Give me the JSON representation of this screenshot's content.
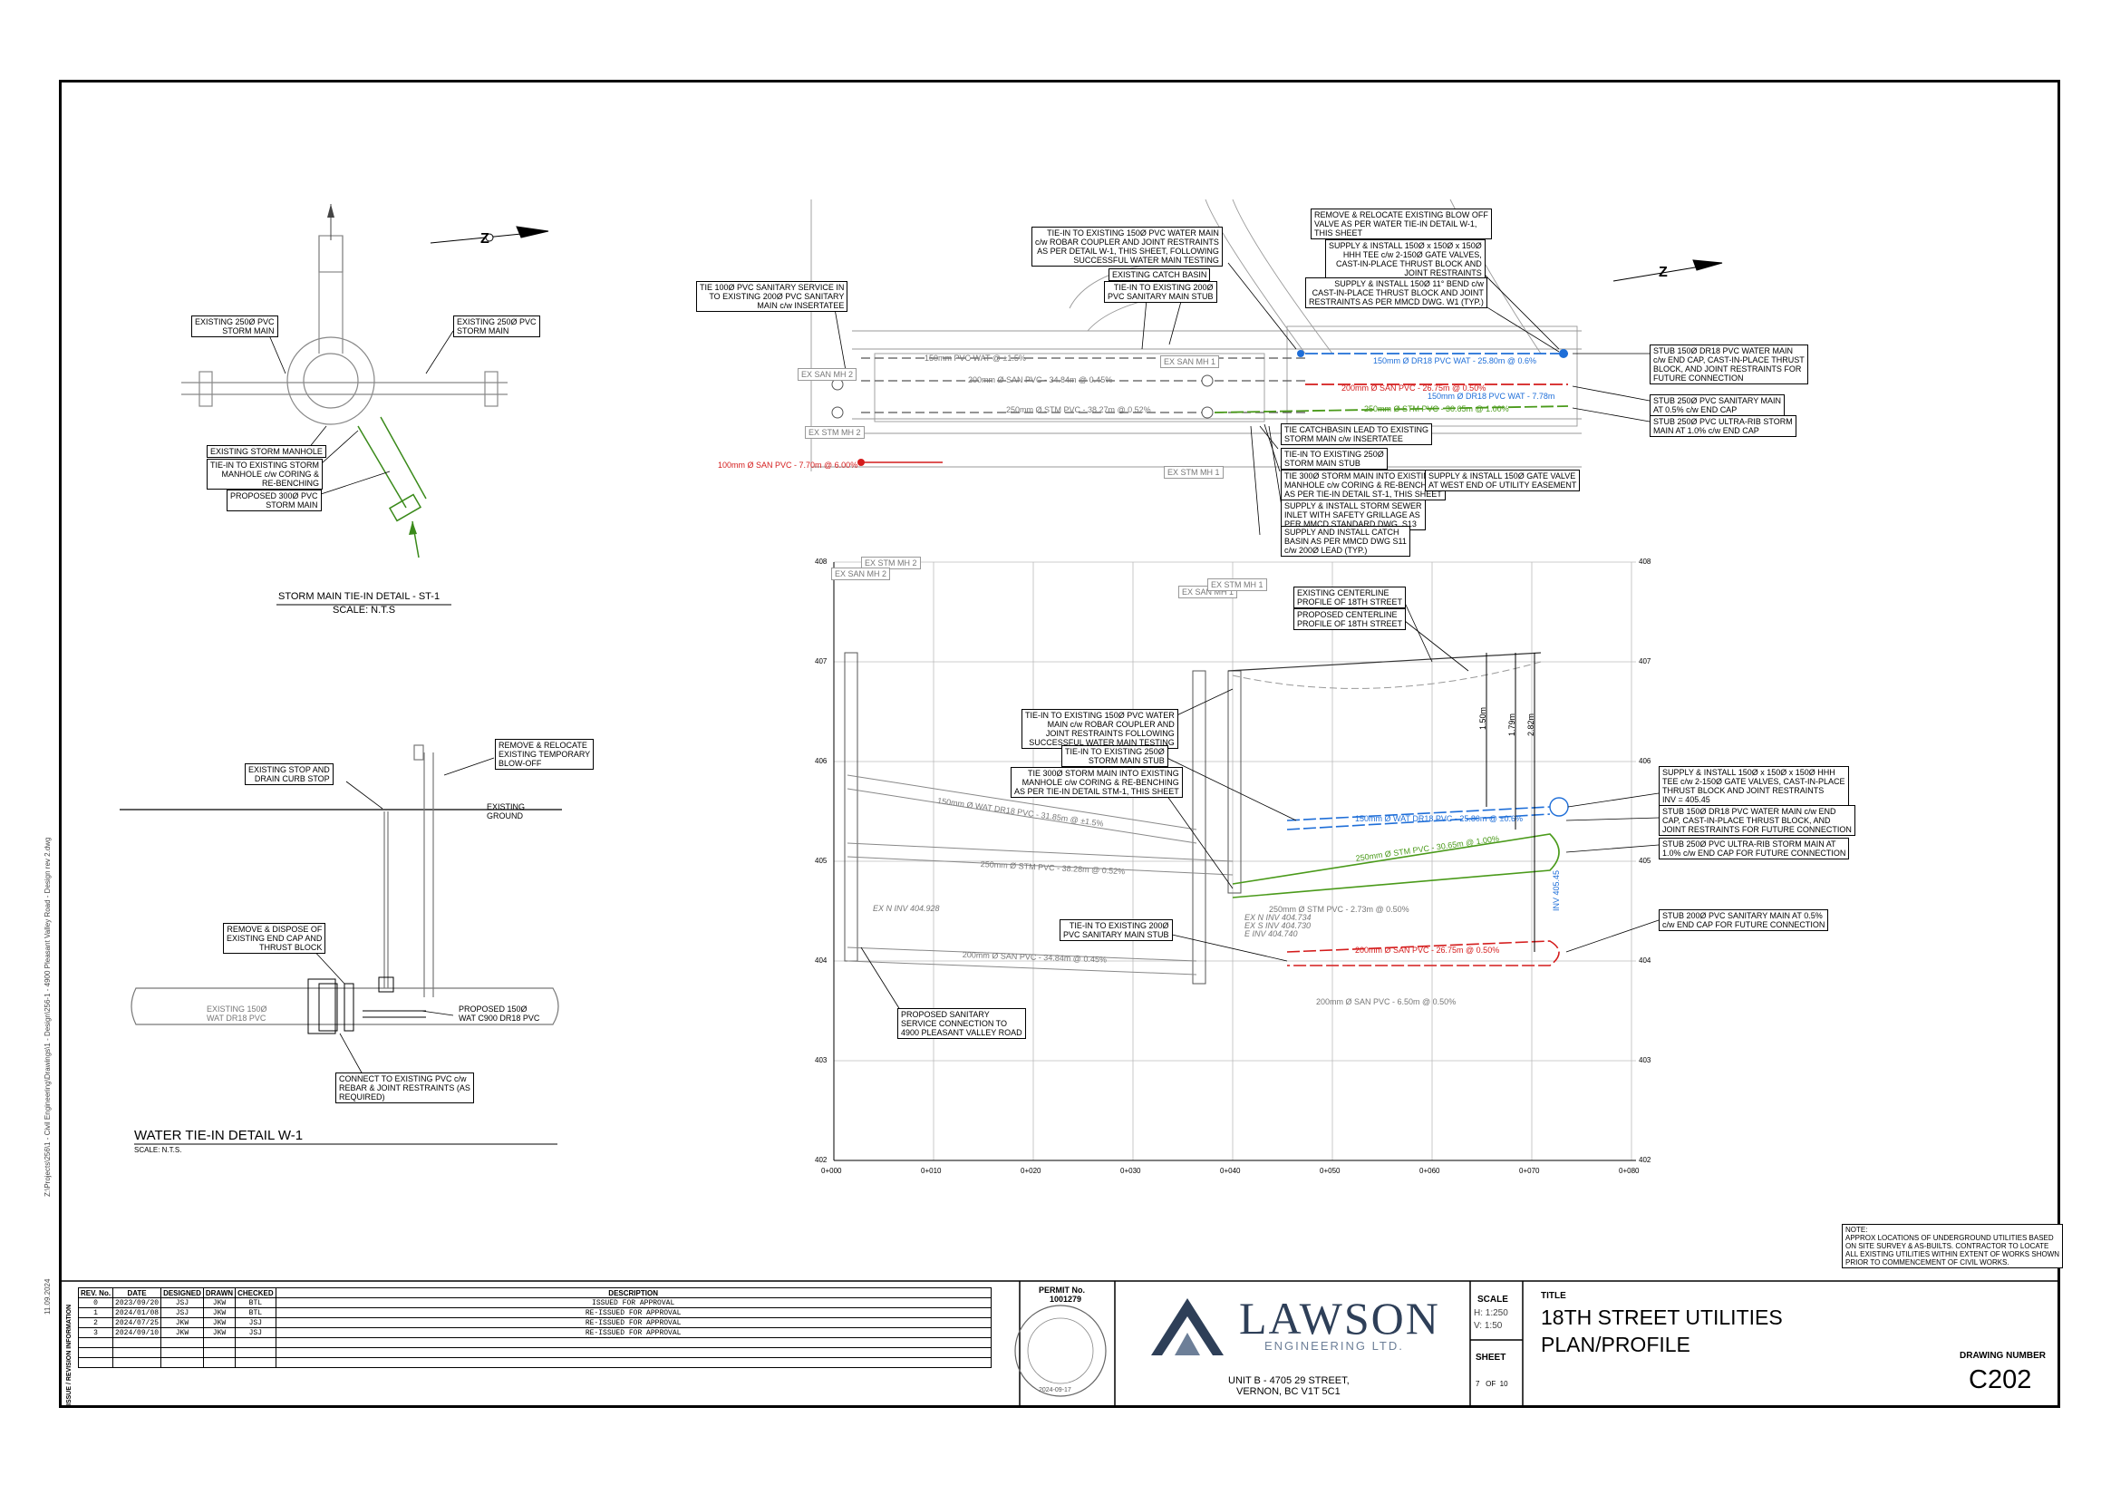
{
  "side_path": "Z:\\Projects\\256\\1 - Civil Engineering\\Drawings\\1 - Design\\256-1 - 4900 Pleasant Valley Road - Design rev 2.dwg",
  "side_date": "11.09.2024",
  "detail_st1": {
    "title": "STORM MAIN TIE-IN DETAIL - ST-1",
    "scale": "SCALE: N.T.S",
    "labels": {
      "exist_storm_l": "EXISTING 250Ø PVC\nSTORM MAIN",
      "exist_storm_r": "EXISTING 250Ø PVC\nSTORM MAIN",
      "exist_mh": "EXISTING STORM MANHOLE",
      "tie_in": "TIE-IN TO EXISTING STORM\nMANHOLE c/w CORING &\nRE-BENCHING",
      "proposed": "PROPOSED 300Ø PVC\nSTORM MAIN"
    }
  },
  "detail_w1": {
    "title": "WATER TIE-IN DETAIL W-1",
    "scale": "SCALE: N.T.S.",
    "labels": {
      "remove_blow": "REMOVE & RELOCATE\nEXISTING TEMPORARY\nBLOW-OFF",
      "stop": "EXISTING STOP AND\nDRAIN CURB STOP",
      "ground": "EXISTING\nGROUND",
      "remove_cap": "REMOVE & DISPOSE OF\nEXISTING END CAP AND\nTHRUST BLOCK",
      "exist_wat": "EXISTING 150Ø\nWAT DR18 PVC",
      "prop_wat": "PROPOSED 150Ø\nWAT C900 DR18 PVC",
      "connect": "CONNECT TO EXISTING PVC c/w\nREBAR & JOINT RESTRAINTS (AS\nREQUIRED)"
    }
  },
  "plan": {
    "labels": {
      "san_service": "TIE 100Ø PVC SANITARY SERVICE IN\nTO EXISTING 200Ø PVC SANITARY\nMAIN c/w INSERTATEE",
      "water_tie": "TIE-IN TO EXISTING 150Ø PVC WATER MAIN\nc/w ROBAR COUPLER AND JOINT RESTRAINTS\nAS PER DETAIL W-1, THIS SHEET, FOLLOWING\nSUCCESSFUL WATER MAIN TESTING",
      "catch_basin": "EXISTING CATCH BASIN",
      "san_stub_tie": "TIE-IN TO EXISTING 200Ø\nPVC SANITARY MAIN STUB",
      "blow_off": "REMOVE & RELOCATE EXISTING BLOW OFF\nVALVE AS PER WATER TIE-IN DETAIL W-1,\nTHIS SHEET",
      "hhh_tee": "SUPPLY & INSTALL 150Ø x 150Ø x 150Ø\nHHH TEE c/w 2-150Ø GATE VALVES,\nCAST-IN-PLACE THRUST BLOCK AND\nJOINT RESTRAINTS",
      "bend": "SUPPLY & INSTALL 150Ø 11° BEND c/w\nCAST-IN-PLACE THRUST BLOCK AND JOINT\nRESTRAINTS AS PER MMCD DWG. W1 (TYP.)",
      "stub_wat": "STUB 150Ø DR18 PVC WATER MAIN\nc/w END CAP, CAST-IN-PLACE THRUST\nBLOCK, AND JOINT RESTRAINTS FOR\nFUTURE CONNECTION",
      "stub_san": "STUB 250Ø PVC SANITARY MAIN\nAT 0.5% c/w END CAP",
      "stub_stm": "STUB 250Ø PVC ULTRA-RIB STORM\nMAIN AT 1.0% c/w END CAP",
      "cb_lead": "TIE CATCHBASIN LEAD TO EXISTING\nSTORM MAIN c/w INSERTATEE",
      "stm_stub": "TIE-IN TO EXISTING 250Ø\nSTORM MAIN STUB",
      "stm_mh": "TIE 300Ø STORM MAIN INTO EXISTING\nMANHOLE c/w CORING & RE-BENCHING\nAS PER TIE-IN DETAIL ST-1, THIS SHEET",
      "gate_valve": "SUPPLY & INSTALL 150Ø GATE VALVE\nAT WEST END OF UTILITY EASEMENT",
      "sewer_inlet": "SUPPLY & INSTALL STORM SEWER\nINLET WITH SAFETY GRILLAGE AS\nPER MMCD STANDARD DWG. S13",
      "cb_install": "SUPPLY AND INSTALL CATCH\nBASIN AS PER MMCD DWG S11\nc/w 200Ø LEAD (TYP.)",
      "ex_san_mh2": "EX SAN MH 2",
      "ex_stm_mh2": "EX STM MH 2",
      "ex_san_mh1": "EX SAN MH 1",
      "ex_stm_mh1": "EX STM MH 1",
      "wat_150": "150mm PVC WAT @ ±1.5%",
      "san_200": "200mm Ø SAN PVC - 34.84m @ 0.45%",
      "stm_250": "250mm Ø STM PVC - 38.27m @ 0.52%",
      "wat_dr18": "150mm Ø DR18 PVC WAT - 25.80m @ 0.6%",
      "san_prop": "200mm Ø SAN PVC - 26.75m @ 0.50%",
      "wat_dr18b": "150mm Ø DR18 PVC WAT - 7.78m",
      "stm_prop": "250mm Ø STM PVC - 30.65m @ 1.00%",
      "san_100": "100mm Ø SAN PVC - 7.70m @ 6.00%"
    }
  },
  "profile": {
    "y_ticks": [
      "408",
      "407",
      "406",
      "405",
      "404",
      "403",
      "402"
    ],
    "x_ticks": [
      "0+000",
      "0+010",
      "0+020",
      "0+030",
      "0+040",
      "0+050",
      "0+060",
      "0+070",
      "0+080"
    ],
    "labels": {
      "ex_cl": "EXISTING CENTERLINE\nPROFILE OF 18TH STREET",
      "prop_cl": "PROPOSED CENTERLINE\nPROFILE OF 18TH STREET",
      "wat_tie": "TIE-IN TO EXISTING 150Ø PVC WATER\nMAIN c/w ROBAR COUPLER AND\nJOINT RESTRAINTS FOLLOWING\nSUCCESSFUL WATER MAIN TESTING",
      "stm_stub": "TIE-IN TO EXISTING 250Ø\nSTORM MAIN STUB",
      "stm_mh": "TIE 300Ø STORM MAIN INTO EXISTING\nMANHOLE c/w CORING & RE-BENCHING\nAS PER TIE-IN DETAIL STM-1, THIS SHEET",
      "san_stub": "TIE-IN TO EXISTING 200Ø\nPVC SANITARY MAIN STUB",
      "san_service": "PROPOSED SANITARY\nSERVICE CONNECTION TO\n4900 PLEASANT VALLEY ROAD",
      "hhh": "SUPPLY & INSTALL 150Ø x 150Ø x 150Ø HHH\nTEE c/w 2-150Ø GATE VALVES, CAST-IN-PLACE\nTHRUST BLOCK AND JOINT RESTRAINTS\nINV = 405.45",
      "stub_wat": "STUB 150Ø DR18 PVC WATER MAIN c/w END\nCAP, CAST-IN-PLACE THRUST BLOCK, AND\nJOINT RESTRAINTS FOR FUTURE CONNECTION",
      "stub_stm": "STUB 250Ø PVC ULTRA-RIB STORM MAIN AT\n1.0% c/w END CAP FOR FUTURE CONNECTION",
      "stub_san": "STUB 200Ø PVC SANITARY MAIN AT 0.5%\nc/w END CAP FOR FUTURE CONNECTION",
      "ex_san_mh2": "EX SAN MH 2",
      "ex_stm_mh2": "EX STM MH 2",
      "ex_san_mh1": "EX SAN MH 1",
      "ex_stm_mh1": "EX STM MH 1",
      "wat_ex": "150mm Ø WAT DR18 PVC - 31.85m @ ±1.5%",
      "stm_ex": "250mm Ø STM PVC - 38.28m @ 0.52%",
      "san_ex": "200mm Ø SAN PVC - 34.84m @ 0.45%",
      "wat_prop": "150mm Ø WAT DR18 PVC - 25.80m @ ±0.6%",
      "stm_prop": "250mm Ø STM PVC - 30.65m @ 1.00%",
      "san_prop": "200mm Ø SAN PVC - 26.75m @ 0.50%",
      "stm_short": "250mm Ø STM PVC - 2.73m @ 0.50%",
      "san_short": "200mm Ø SAN PVC - 6.50m @ 0.50%",
      "ex_n_inv": "EX N INV 404.928",
      "inv_trio": "EX N INV 404.734\nEX S INV 404.730\nE INV 404.740",
      "inv_405": "INV 405.45",
      "dim1": "1.50m",
      "dim2": "1.79m",
      "dim3": "2.82m"
    }
  },
  "note": "NOTE:\nAPPROX LOCATIONS OF UNDERGROUND UTILITIES BASED\nON SITE SURVEY & AS-BUILTS. CONTRACTOR TO LOCATE\nALL EXISTING UTILITIES WITHIN EXTENT OF WORKS SHOWN\nPRIOR TO COMMENCEMENT OF CIVIL WORKS.",
  "title_block": {
    "vert_label": "ISSUE / REVISION INFORMATION",
    "headers": [
      "REV. No.",
      "DATE",
      "DESIGNED",
      "DRAWN",
      "CHECKED",
      "DESCRIPTION"
    ],
    "rows": [
      [
        "0",
        "2023/09/20",
        "JSJ",
        "JKW",
        "BTL",
        "ISSUED FOR APPROVAL"
      ],
      [
        "1",
        "2024/01/08",
        "JSJ",
        "JKW",
        "BTL",
        "RE-ISSUED FOR APPROVAL"
      ],
      [
        "2",
        "2024/07/25",
        "JKW",
        "JKW",
        "JSJ",
        "RE-ISSUED FOR APPROVAL"
      ],
      [
        "3",
        "2024/09/10",
        "JKW",
        "JKW",
        "JSJ",
        "RE-ISSUED FOR APPROVAL"
      ]
    ],
    "permit_label": "PERMIT No.",
    "permit_no": "1001279",
    "seal_date": "2024-09-17",
    "company": "LAWSON",
    "company_sub": "ENGINEERING LTD.",
    "address1": "UNIT B - 4705 29 STREET,",
    "address2": "VERNON, BC V1T 5C1",
    "scale_label": "SCALE",
    "scale_h": "H: 1:250",
    "scale_v": "V: 1:50",
    "sheet_label": "SHEET",
    "sheet_val": "7   OF  10",
    "title_label": "TITLE",
    "title1": "18TH STREET UTILITIES",
    "title2": "PLAN/PROFILE",
    "drawing_label": "DRAWING NUMBER",
    "drawing_no": "C202"
  }
}
